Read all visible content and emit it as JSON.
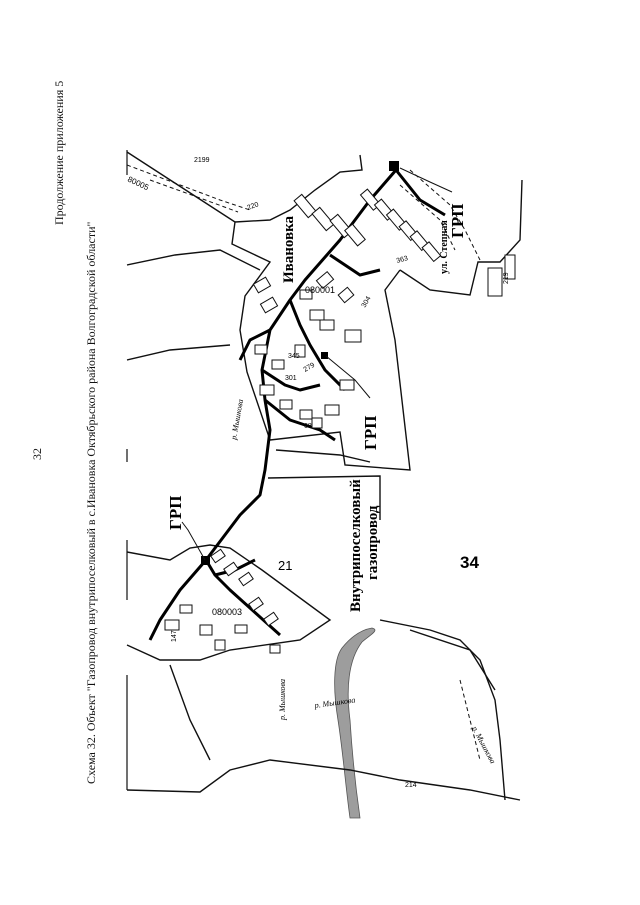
{
  "page_number": "32",
  "appendix_note": "Продолжение приложения 5",
  "scheme_title": "Схема 32. Объект \"Газопровод внутрипоселковый в с.Ивановка Октябрьского района Волгоградской области\"",
  "map": {
    "village_name": "Ивановка",
    "street_label": "ул. Степная",
    "pipeline_label_line1": "Внутрипоселковый",
    "pipeline_label_line2": "газопровод",
    "grp_labels": [
      "ГРП",
      "ГРП",
      "ГРП"
    ],
    "river_labels": [
      "р. Мышкова",
      "р. Мышкова",
      "р. Мышкова",
      "р. Мышкова"
    ],
    "block_codes": [
      "080001",
      "080003"
    ],
    "zone_numbers": [
      "21",
      "34"
    ],
    "parcel_numbers": [
      "2199",
      "220",
      "363",
      "219",
      "304",
      "279",
      "345",
      "301",
      "68",
      "214",
      "80005",
      "147"
    ]
  }
}
